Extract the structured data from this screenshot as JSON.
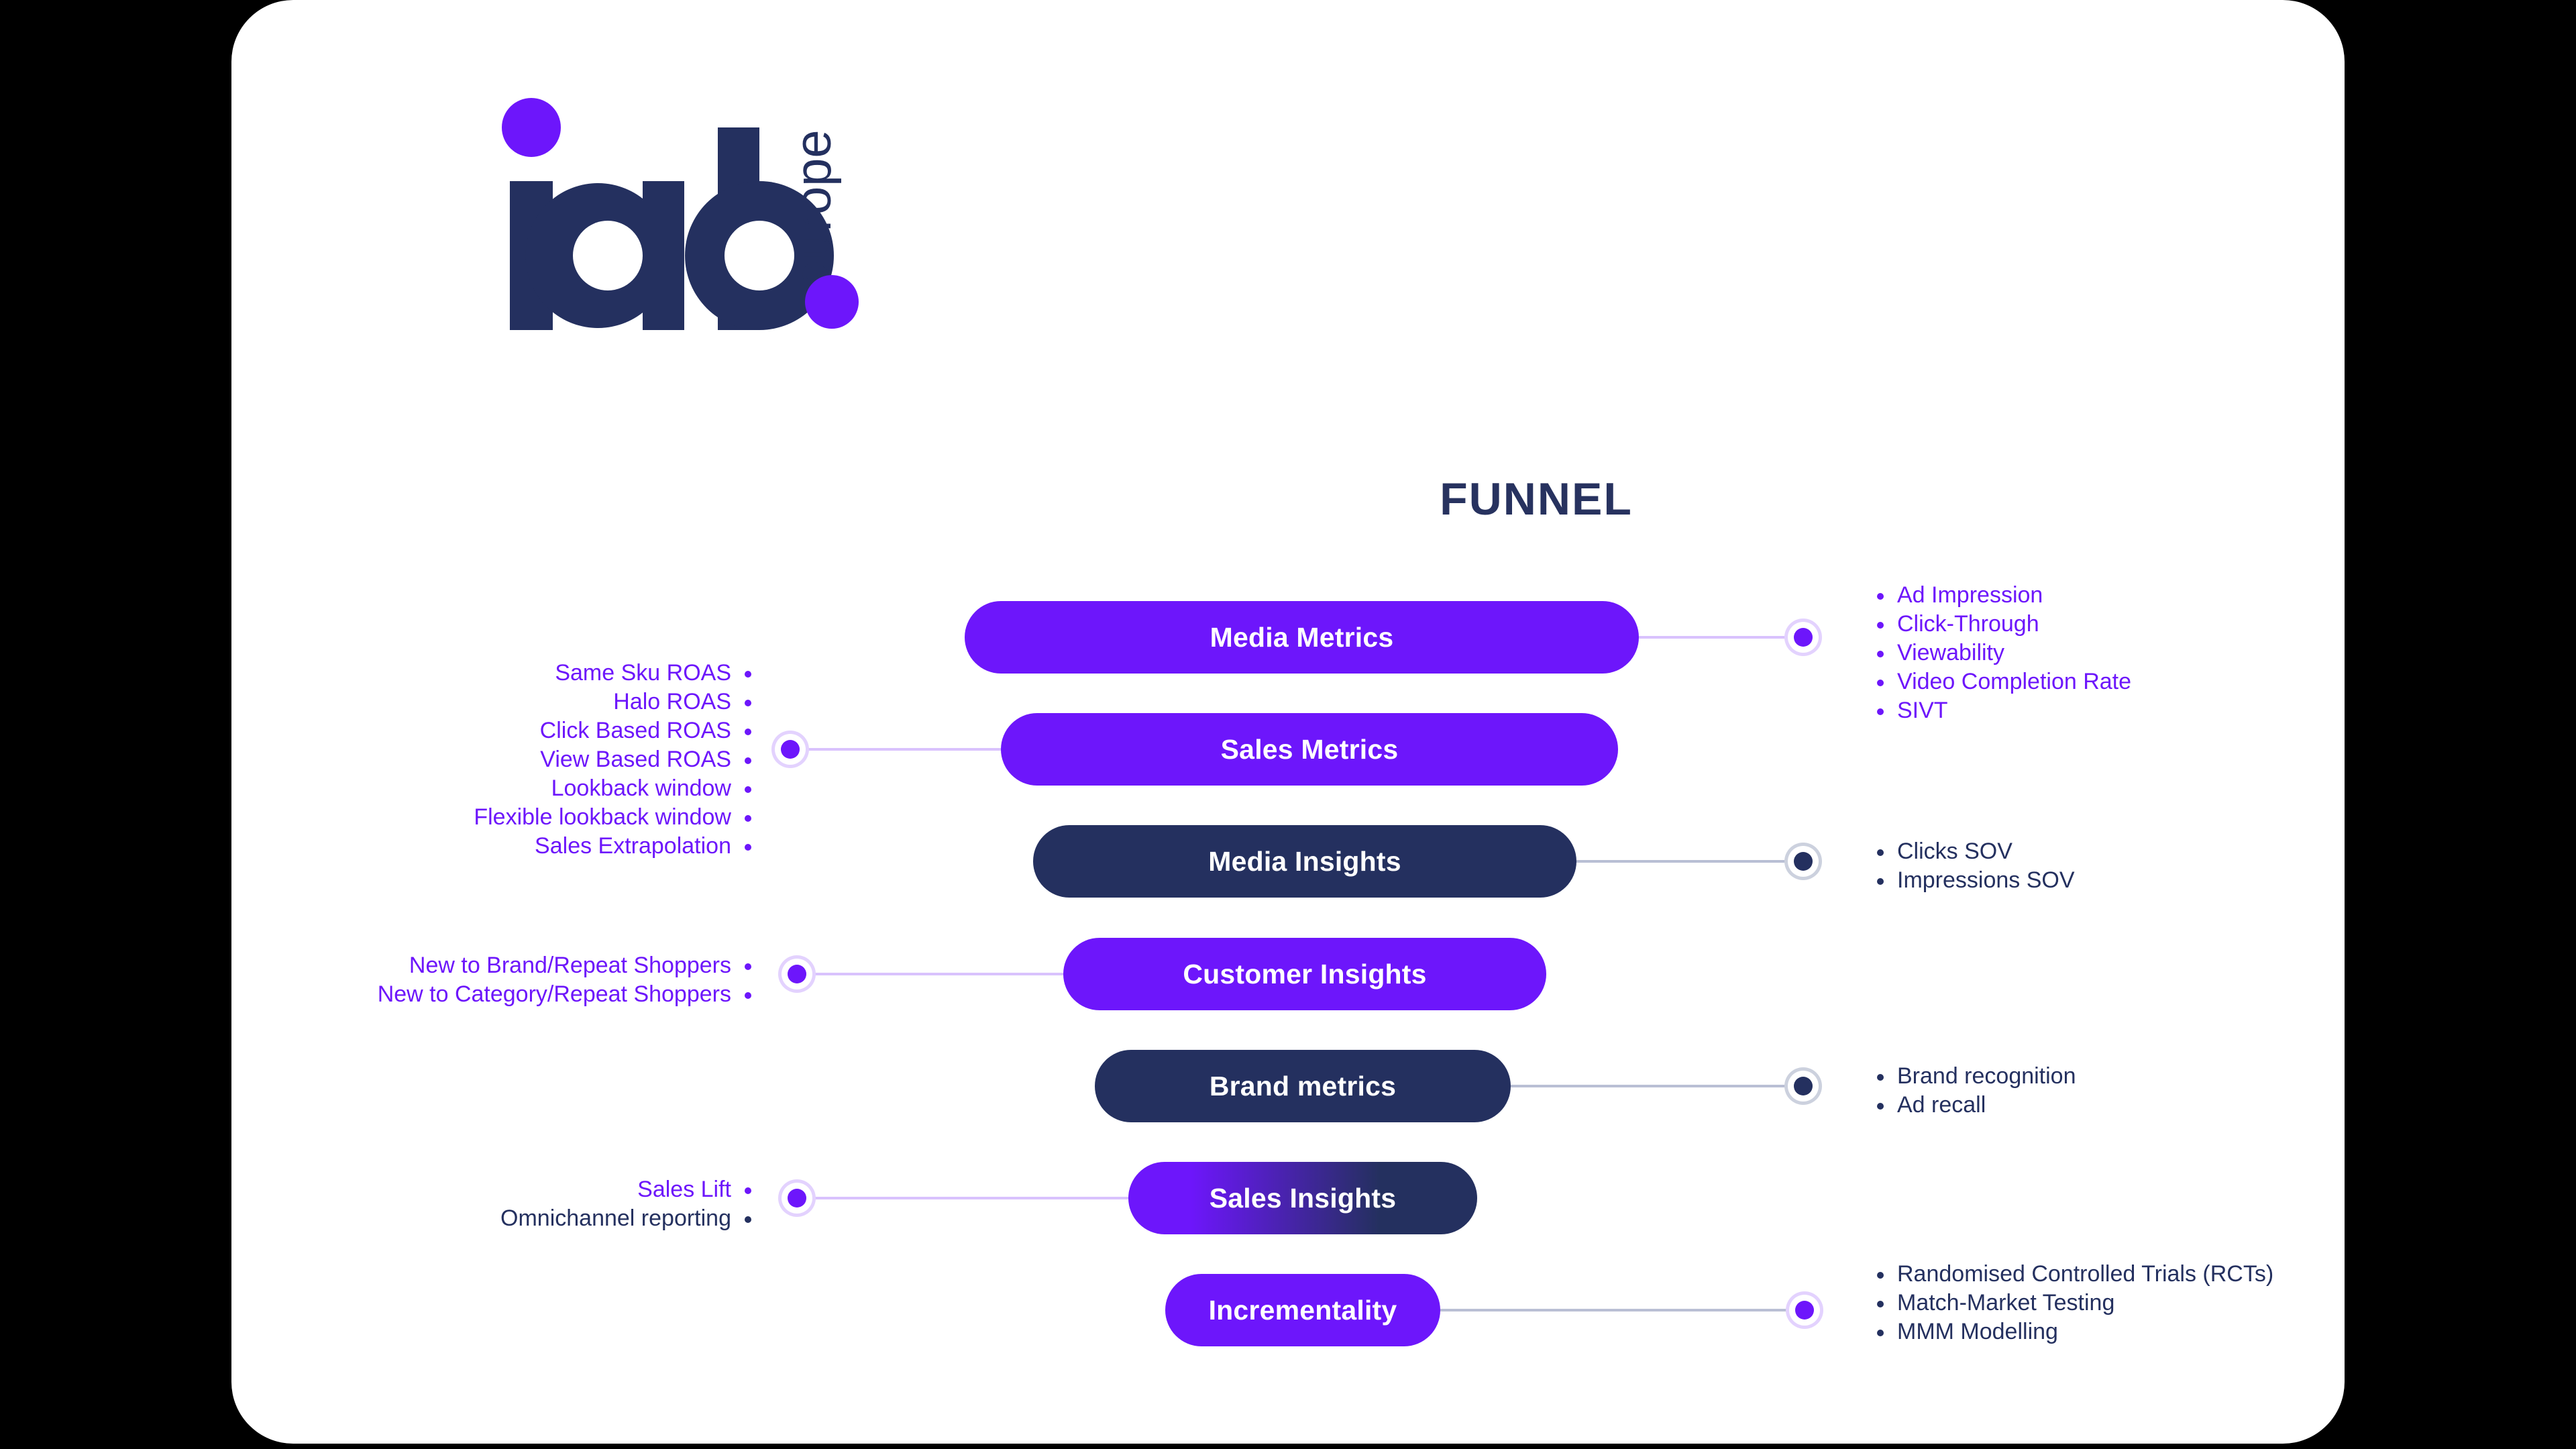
{
  "brand": {
    "name": "iab",
    "region": "europe",
    "navy": "#24305f",
    "purple": "#6d16fb"
  },
  "title": "FUNNEL",
  "chart_data": {
    "type": "diagram",
    "title": "FUNNEL",
    "stages": [
      {
        "label": "Media Metrics",
        "style": "purple",
        "side": "right",
        "items": [
          "Ad Impression",
          "Click-Through",
          "Viewability",
          "Video Completion Rate",
          "SIVT"
        ],
        "item_color": "purple"
      },
      {
        "label": "Sales Metrics",
        "style": "purple",
        "side": "left",
        "items": [
          "Same Sku ROAS",
          "Halo ROAS",
          "Click Based ROAS",
          "View Based ROAS",
          "Lookback window",
          "Flexible lookback window",
          "Sales Extrapolation"
        ],
        "item_color": "purple"
      },
      {
        "label": "Media Insights",
        "style": "navy",
        "side": "right",
        "items": [
          "Clicks SOV",
          "Impressions SOV"
        ],
        "item_color": "navy"
      },
      {
        "label": "Customer Insights",
        "style": "purple",
        "side": "left",
        "items": [
          "New to Brand/Repeat Shoppers",
          "New to Category/Repeat Shoppers"
        ],
        "item_color": "purple"
      },
      {
        "label": "Brand metrics",
        "style": "navy",
        "side": "right",
        "items": [
          "Brand recognition",
          "Ad recall"
        ],
        "item_color": "navy"
      },
      {
        "label": "Sales Insights",
        "style": "gradient",
        "side": "left",
        "items": [
          "Sales Lift",
          "Omnichannel reporting"
        ],
        "item_color": "mixed"
      },
      {
        "label": "Incrementality",
        "style": "purple",
        "side": "right",
        "items": [
          "Randomised Controlled Trials (RCTs)",
          "Match-Market Testing",
          "MMM Modelling"
        ],
        "item_color": "navy"
      }
    ]
  }
}
